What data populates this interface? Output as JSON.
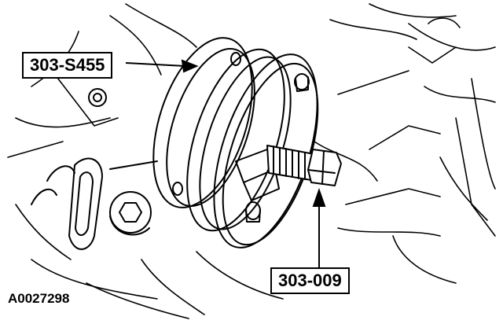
{
  "labels": {
    "tool_puller": "303-S455",
    "tool_bolt": "303-009",
    "figure_id": "A0027298"
  }
}
